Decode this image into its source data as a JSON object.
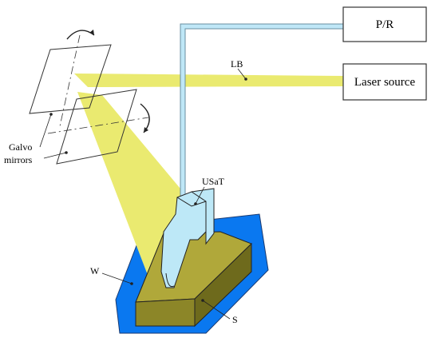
{
  "labels": {
    "pr": "P/R",
    "laser_source": "Laser source",
    "lb": "LB",
    "galvo_line1": "Galvo",
    "galvo_line2": "mirrors",
    "usat": "USaT",
    "w": "W",
    "s": "S"
  },
  "colors": {
    "beam": "#eaea70",
    "beam_edge": "#c8c83c",
    "workpiece": "#0a78f0",
    "workpiece_dark": "#0a5fcc",
    "sample_top": "#b0a83a",
    "sample_front": "#8c8628",
    "sample_side": "#6e6a1c",
    "transducer": "#bde8f7",
    "cable": "#bfe7f7",
    "outline": "#222222"
  }
}
